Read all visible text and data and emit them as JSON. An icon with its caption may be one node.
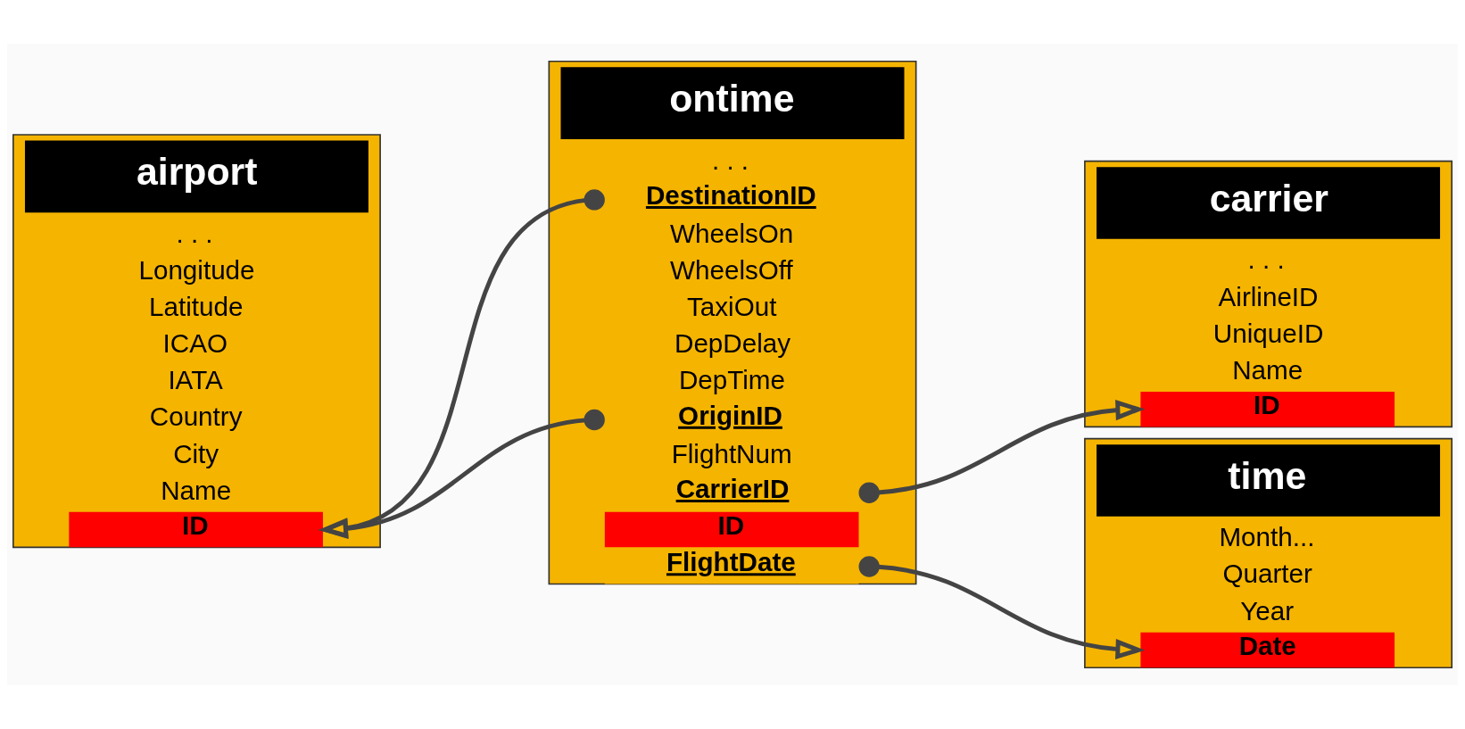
{
  "diagram": {
    "nodes": [
      {
        "text": [
          "airport"
        ]
      },
      {
        "text": [
          "ID"
        ],
        "in": 0
      },
      {
        "text": [
          "Name"
        ],
        "in": 0
      },
      {
        "text": [
          "City"
        ],
        "in": 0
      },
      {
        "text": [
          "Country"
        ],
        "in": 0
      },
      {
        "text": [
          "IATA"
        ],
        "in": 0
      },
      {
        "text": [
          "ICAO"
        ],
        "in": 0
      },
      {
        "text": [
          "Latitude"
        ],
        "in": 0
      },
      {
        "text": [
          "Longitude"
        ],
        "in": 0
      },
      {
        "text": [
          ". . ."
        ],
        "in": 0
      },
      {
        "text": [
          "ontime"
        ]
      },
      {
        "text": [
          "ID"
        ],
        "in": 10
      },
      {
        "text": [
          "FlightDate"
        ],
        "in": 10
      },
      {
        "text": [
          "CarrierID"
        ],
        "in": 10
      },
      {
        "text": [
          "FlightNum"
        ],
        "in": 10
      },
      {
        "text": [
          "OriginID"
        ],
        "in": 10
      },
      {
        "text": [
          "DepTime"
        ],
        "in": 10
      },
      {
        "text": [
          "DepDelay"
        ],
        "in": 10
      },
      {
        "text": [
          "TaxiOut"
        ],
        "in": 10
      },
      {
        "text": [
          "WheelsOff"
        ],
        "in": 10
      },
      {
        "text": [
          "WheelsOn"
        ],
        "in": 10
      },
      {
        "text": [
          "DestinationID"
        ],
        "in": 10
      },
      {
        "text": [
          ". . ."
        ],
        "in": 10
      },
      {
        "text": [
          "time"
        ]
      },
      {
        "text": [
          "Date"
        ],
        "in": 23
      },
      {
        "text": [
          "Year"
        ],
        "in": 23
      },
      {
        "text": [
          "Quarter"
        ],
        "in": 23
      },
      {
        "text": [
          "Month..."
        ],
        "in": 23
      },
      {
        "text": [
          "carrier"
        ]
      },
      {
        "text": [
          "ID"
        ],
        "in": 28
      },
      {
        "text": [
          "Name"
        ],
        "in": 28
      },
      {
        "text": [
          "UniqueID"
        ],
        "in": 28
      },
      {
        "text": [
          "AirlineID"
        ],
        "in": 28
      },
      {
        "text": [
          ". . ."
        ],
        "in": 28
      }
    ],
    "edges": [
      {
        "from": 12,
        "to": 24,
        "arrow": "to"
      },
      {
        "from": 13,
        "to": 29,
        "arrow": "to"
      },
      {
        "from": 15,
        "to": 1,
        "arrow": "to"
      },
      {
        "from": 21,
        "to": 1,
        "arrow": "to"
      }
    ]
  }
}
